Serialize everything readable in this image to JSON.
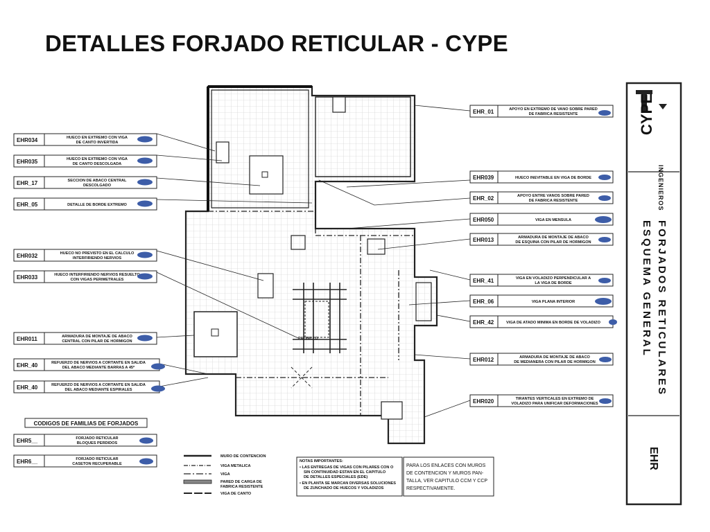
{
  "title": "DETALLES FORJADO RETICULAR  - CYPE",
  "left_callouts": [
    {
      "code": "EHR034",
      "desc": [
        "HUECO EN EXTREMO CON VIGA",
        "DE CANTO INVERTIDA"
      ]
    },
    {
      "code": "EHR035",
      "desc": [
        "HUECO EN EXTREMO CON VIGA",
        "DE CANTO DESCOLGADA"
      ]
    },
    {
      "code": "EHR_17",
      "desc": [
        "SECCION DE ABACO CENTRAL",
        "DESCOLGADO"
      ]
    },
    {
      "code": "EHR_05",
      "desc": [
        "DETALLE DE BORDE EXTREMO"
      ]
    },
    {
      "code": "EHR032",
      "desc": [
        "HUECO NO PREVISTO EN EL CALCULO",
        "INTERFIRIENDO NERVIOS"
      ]
    },
    {
      "code": "EHR033",
      "desc": [
        "HUECO INTERFIRIENDO NERVIOS RESUELTO",
        "CON VIGAS PERIMETRALES"
      ]
    },
    {
      "code": "EHR011",
      "desc": [
        "ARMADURA DE MONTAJE DE ABACO",
        "CENTRAL CON PILAR DE HORMIGON"
      ]
    },
    {
      "code": "EHR_40",
      "desc": [
        "REFUERZO DE NERVIOS A CORTANTE EN SALIDA",
        "DEL ABACO MEDIANTE BARRAS A 45º"
      ]
    },
    {
      "code": "EHR_40",
      "desc": [
        "REFUERZO DE NERVIOS A CORTANTE EN SALIDA",
        "DEL ABACO MEDIANTE ESPIRALES"
      ]
    }
  ],
  "right_callouts": [
    {
      "code": "EHR_01",
      "desc": [
        "APOYO EN EXTREMO DE VANO SOBRE PARED",
        "DE FABRICA RESISTENTE"
      ]
    },
    {
      "code": "EHR039",
      "desc": [
        "HUECO INEVITABLE EN VIGA DE BORDE"
      ]
    },
    {
      "code": "EHR_02",
      "desc": [
        "APOYO ENTRE VANOS SOBRE PARED",
        "DE FABRICA RESISTENTE"
      ]
    },
    {
      "code": "EHR050",
      "desc": [
        "VIGA EN MENSULA"
      ]
    },
    {
      "code": "EHR013",
      "desc": [
        "ARMADURA DE MONTAJE DE ABACO",
        "DE ESQUINA CON PILAR DE HORMIGON"
      ]
    },
    {
      "code": "EHR_41",
      "desc": [
        "VIGA EN VOLADIZO PERPENDICULAR A",
        "LA VIGA DE BORDE"
      ]
    },
    {
      "code": "EHR_06",
      "desc": [
        "VIGA PLANA INTERIOR"
      ]
    },
    {
      "code": "EHR_42",
      "desc": [
        "VIGA DE ATADO MINIMA EN BORDE DE VOLADIZO"
      ]
    },
    {
      "code": "EHR012",
      "desc": [
        "ARMADURA DE MONTAJE DE ABACO",
        "DE MEDIANERA CON PILAR DE HORMIGON"
      ]
    },
    {
      "code": "EHR020",
      "desc": [
        "TIRANTES VERTICALES EN EXTREMO DE",
        "VOLADIZO PARA UNIFICAR DEFORMACIONES"
      ]
    }
  ],
  "families": {
    "heading": "CODIGOS DE FAMILIAS DE FORJADOS",
    "items": [
      {
        "code": "EHR5__",
        "desc": [
          "FORJADO RETICULAR",
          "BLOQUES PERDIDOS"
        ]
      },
      {
        "code": "EHR6__",
        "desc": [
          "FORJADO RETICULAR",
          "CASETON RECUPERABLE"
        ]
      }
    ]
  },
  "legend": [
    "MURO DE CONTENCION",
    "VIGA METALICA",
    "VIGA",
    "PARED DE CARGA DE",
    "FABRICA RESISTENTE",
    "VIGA DE CANTO"
  ],
  "notes": {
    "heading": "NOTAS IMPORTANTES:",
    "lines": [
      "• LAS ENTREGAS DE VIGAS CON PILARES CON O",
      "SIN CONTINUIDAD ESTAN EN EL CAPITULO",
      "DE DETALLES ESPECIALES (EDE)",
      "• EN PLANTA SE MARCAN DIVERSAS SOLUCIONES",
      "DE ZUNCHADO DE HUECOS Y VOLADIZOS"
    ]
  },
  "enlaces": [
    "PARA LOS ENLACES CON MUROS",
    "DE CONTENCION Y MUROS PAN-",
    "TALLA, VER CAPITULO CCM Y CCP",
    "RESPECTIVAMENTE."
  ],
  "plan_label": "PATINILLO",
  "title_block": {
    "logo": "CYPE",
    "logo_sub": "INGENIEROS",
    "line1": "FORJADOS RETICULARES",
    "line2": "ESQUEMA GENERAL",
    "code": "EHR"
  },
  "colors": {
    "marker": "#3d5da8",
    "line": "#222222",
    "grid": "#bdbdbd"
  }
}
